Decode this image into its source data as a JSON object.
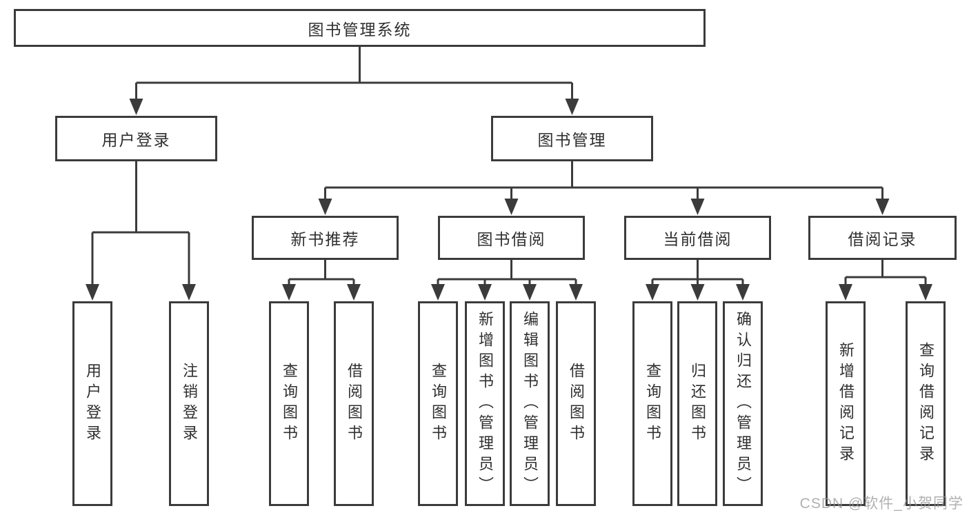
{
  "colors": {
    "line": "#3b3b3b",
    "box_border": "#3b3b3b",
    "box_fill": "#ffffff",
    "text": "#2f2f2f",
    "watermark": "#969696",
    "background": "#ffffff"
  },
  "watermark": {
    "text": "CSDN @软件_小贺同学"
  },
  "tree": {
    "label": "图书管理系统",
    "children": [
      {
        "label": "用户登录",
        "children": [
          {
            "label": "用户登录"
          },
          {
            "label": "注销登录"
          }
        ]
      },
      {
        "label": "图书管理",
        "children": [
          {
            "label": "新书推荐",
            "children": [
              {
                "label": "查询图书"
              },
              {
                "label": "借阅图书"
              }
            ]
          },
          {
            "label": "图书借阅",
            "children": [
              {
                "label": "查询图书"
              },
              {
                "label": "新增图书（管理员）"
              },
              {
                "label": "编辑图书（管理员）"
              },
              {
                "label": "借阅图书"
              }
            ]
          },
          {
            "label": "当前借阅",
            "children": [
              {
                "label": "查询图书"
              },
              {
                "label": "归还图书"
              },
              {
                "label": "确认归还（管理员）"
              }
            ]
          },
          {
            "label": "借阅记录",
            "children": [
              {
                "label": "新增借阅记录"
              },
              {
                "label": "查询借阅记录"
              }
            ]
          }
        ]
      }
    ]
  }
}
